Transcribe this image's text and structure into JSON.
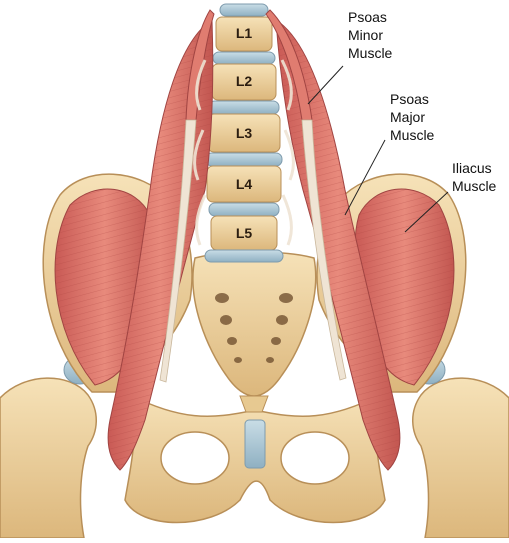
{
  "labels": {
    "psoas_minor": [
      "Psoas",
      "Minor",
      "Muscle"
    ],
    "psoas_major": [
      "Psoas",
      "Major",
      "Muscle"
    ],
    "iliacus": [
      "Iliacus",
      "Muscle"
    ]
  },
  "vertebrae": [
    "L1",
    "L2",
    "L3",
    "L4",
    "L5"
  ],
  "colors": {
    "bone": "#f0d6a5",
    "bone_shade": "#c89c62",
    "disc": "#aac6d4",
    "muscle": "#d8736a",
    "muscle_dark": "#b24c48",
    "tendon": "#efe4d4",
    "label_text": "#111111",
    "leader_line": "#222222"
  }
}
